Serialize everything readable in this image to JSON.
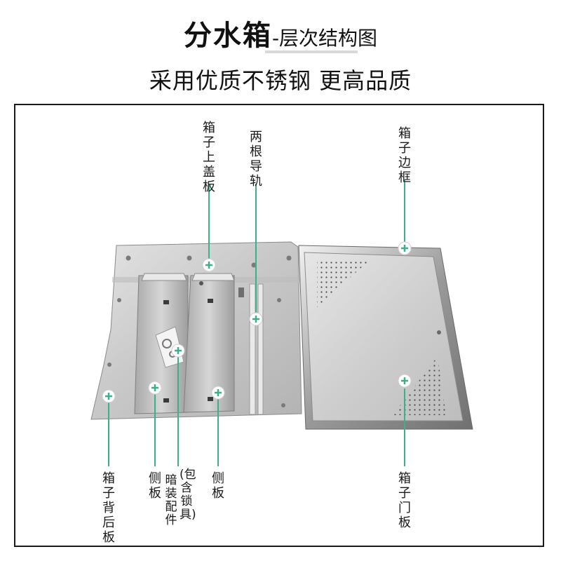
{
  "header": {
    "title_main": "分水箱",
    "title_sub": "-层次结构图",
    "subtitle": "采用优质不锈钢 更高品质"
  },
  "colors": {
    "accent_line": "#3fae8c",
    "marker_fill": "#ffffff",
    "marker_plus": "#3fae8c",
    "frame_border": "#1a1a1a"
  },
  "labels": {
    "top_cover": "箱子上盖板",
    "rails": "两根导轨",
    "box_frame": "箱子边框",
    "back_panel": "箱子背后板",
    "side_panel_left": "侧板",
    "concealed_parts": "暗装配件",
    "concealed_parts_note": "(包含锁具)",
    "side_panel_right": "侧板",
    "door_panel": "箱子门板"
  }
}
